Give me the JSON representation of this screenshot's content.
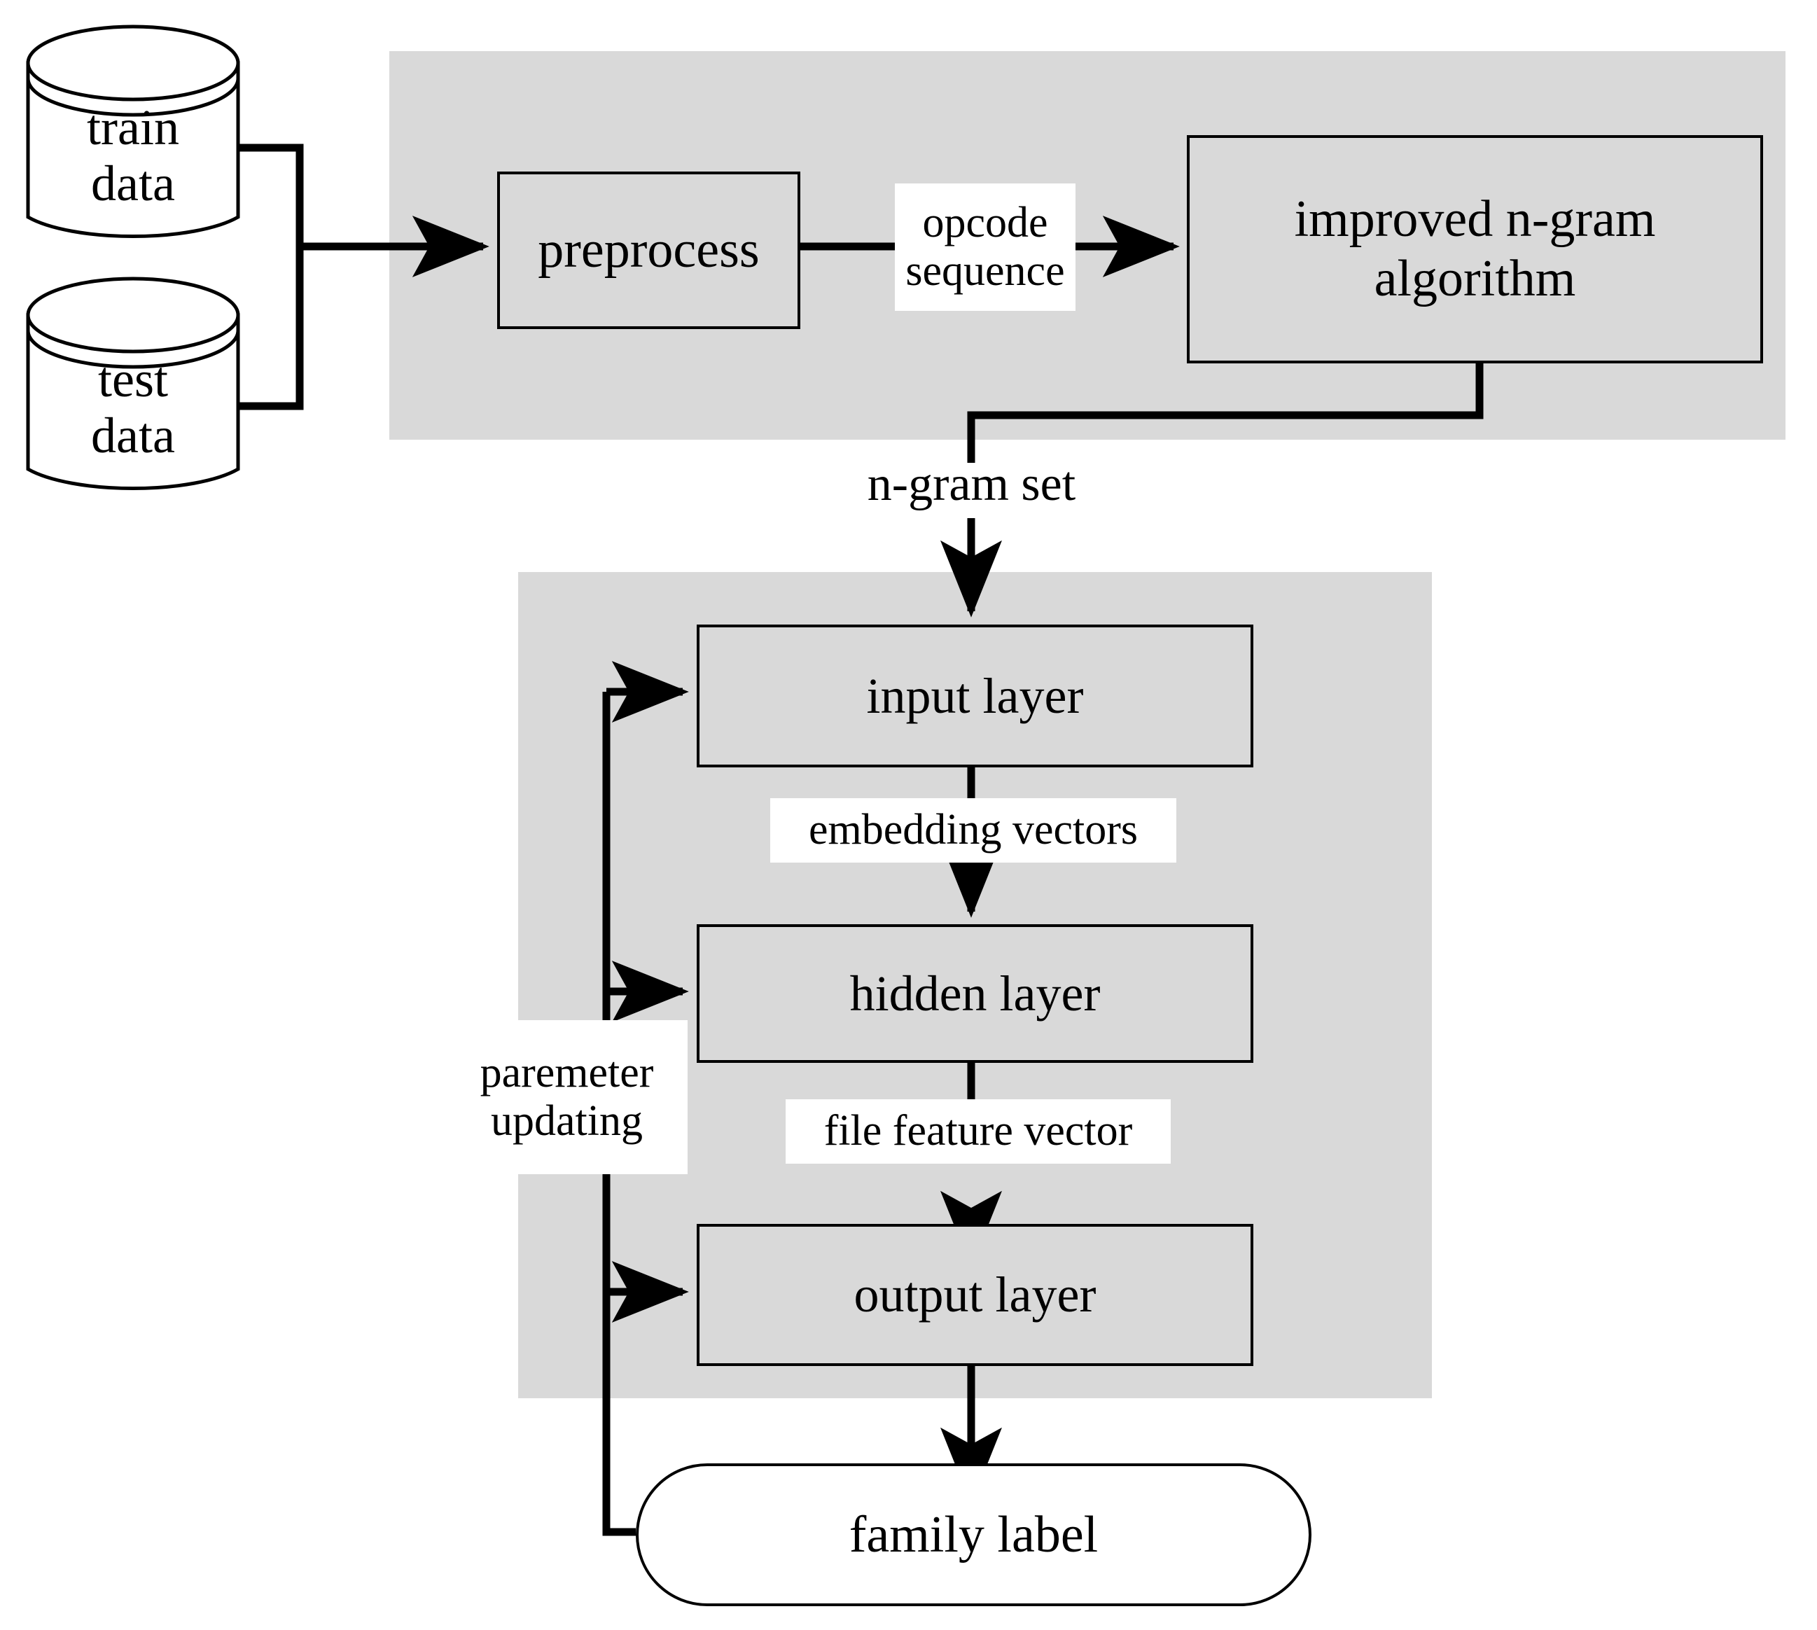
{
  "diagram": {
    "title": "malware classification pipeline flowchart",
    "colors": {
      "panel_gray": "#d9d9d9",
      "stroke": "#000000",
      "node_fill": "#d9d9d9",
      "label_fill": "#ffffff",
      "canvas": "#ffffff"
    },
    "datastores": [
      {
        "id": "train-data",
        "line1": "train",
        "line2": "data"
      },
      {
        "id": "test-data",
        "line1": "test",
        "line2": "data"
      }
    ],
    "stage_one": {
      "nodes": [
        {
          "id": "preprocess",
          "label": "preprocess"
        },
        {
          "id": "improved-ngram",
          "line1": "improved n-gram",
          "line2": "algorithm"
        }
      ],
      "edge_labels": [
        {
          "id": "opcode-sequence",
          "line1": "opcode",
          "line2": "sequence"
        }
      ]
    },
    "bridge_label": {
      "id": "n-gram-set",
      "text": "n-gram set"
    },
    "stage_two": {
      "nodes": [
        {
          "id": "input-layer",
          "label": "input layer"
        },
        {
          "id": "hidden-layer",
          "label": "hidden layer"
        },
        {
          "id": "output-layer",
          "label": "output layer"
        }
      ],
      "edge_labels": [
        {
          "id": "embedding-vectors",
          "text": "embedding vectors"
        },
        {
          "id": "file-feature-vector",
          "text": "file feature vector"
        }
      ],
      "feedback_label": {
        "id": "paremeter-updating",
        "line1": "paremeter",
        "line2": "updating"
      }
    },
    "terminal": {
      "id": "family-label",
      "label": "family label"
    }
  }
}
